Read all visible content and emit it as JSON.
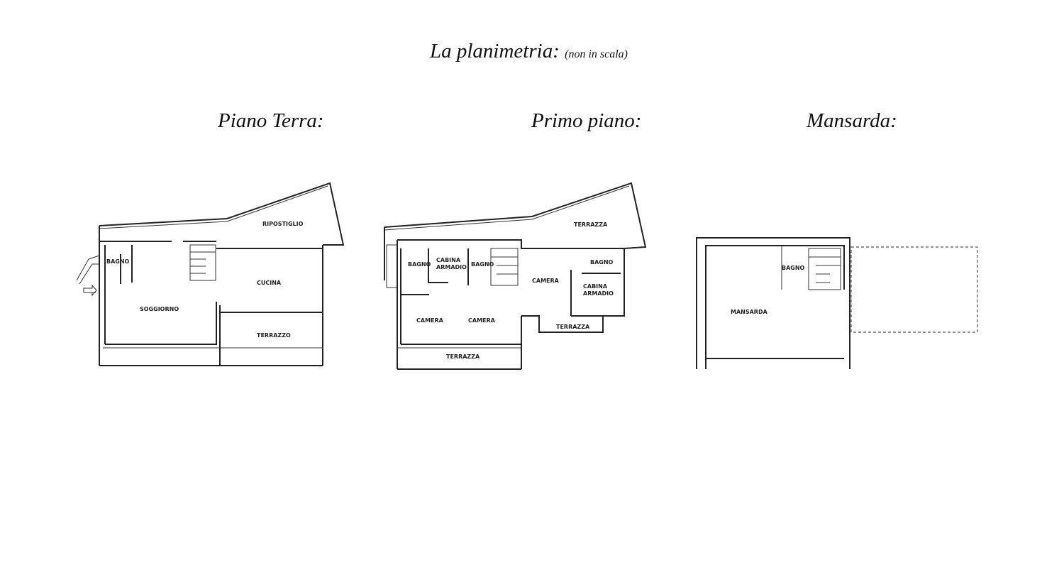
{
  "title": {
    "main": "La planimetria:",
    "note": "(non in scala)"
  },
  "plans": [
    {
      "heading": "Piano Terra:",
      "rooms": [
        "RIPOSTIGLIO",
        "BAGNO",
        "CUCINA",
        "SOGGIORNO",
        "TERRAZZO"
      ]
    },
    {
      "heading": "Primo piano:",
      "rooms": [
        "TERRAZZA",
        "BAGNO",
        "CABINA",
        "ARMADIO",
        "BAGNO",
        "CAMERA",
        "BAGNO",
        "CABINA",
        "ARMADIO",
        "CAMERA",
        "CAMERA",
        "TERRAZZA",
        "TERRAZZA"
      ]
    },
    {
      "heading": "Mansarda:",
      "rooms": [
        "BAGNO",
        "MANSARDA"
      ]
    }
  ]
}
